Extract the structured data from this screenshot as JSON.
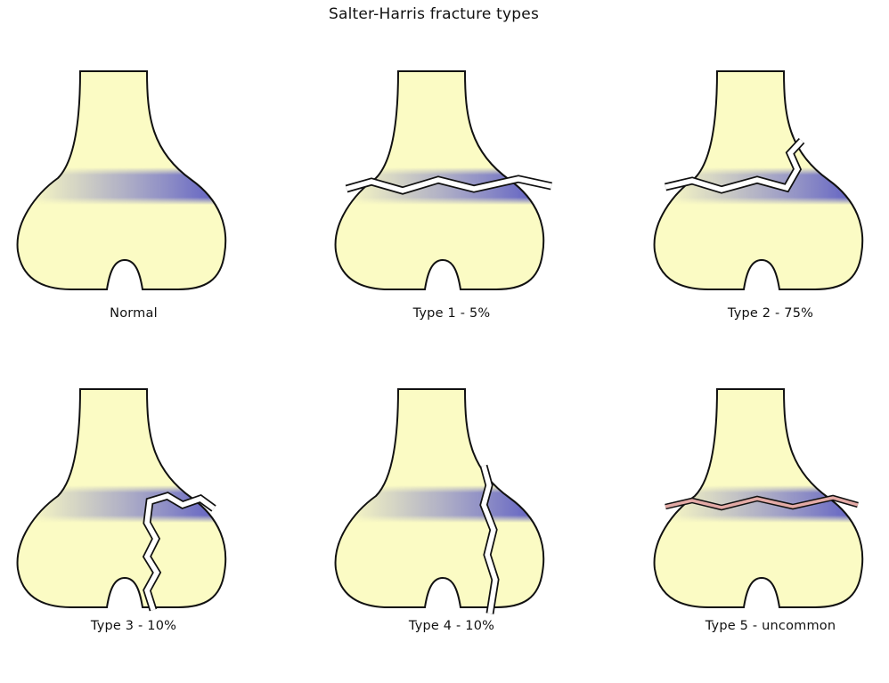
{
  "title": "Salter-Harris fracture types",
  "panels": [
    {
      "caption": "Normal"
    },
    {
      "caption": "Type 1 - 5%"
    },
    {
      "caption": "Type 2 - 75%"
    },
    {
      "caption": "Type 3 - 10%"
    },
    {
      "caption": "Type 4 - 10%"
    },
    {
      "caption": "Type 5 - uncommon"
    }
  ],
  "colors": {
    "bone": "#fbfbc4",
    "outline": "#111111",
    "growth_plate": "#5252c8",
    "fracture_gap": "#ffffff",
    "compression": "#e3aaa6"
  }
}
